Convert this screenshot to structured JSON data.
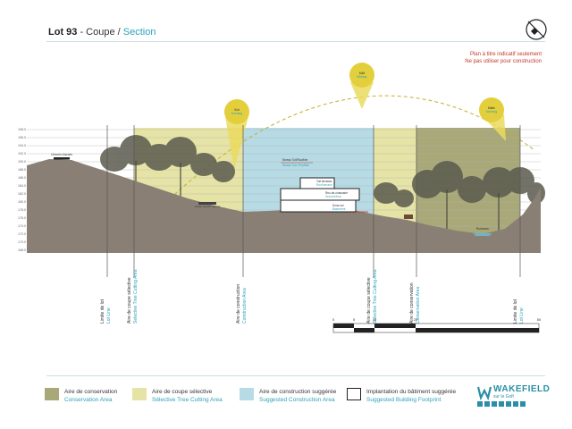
{
  "header": {
    "lot": "Lot 93",
    "coupe": " - Coupe ",
    "slash": "/ ",
    "section": "Section"
  },
  "notice": {
    "line1": "Plan à titre indicatif seulement",
    "line2": "Ne pas utiliser pour construction"
  },
  "elevation_ticks": [
    "198.0",
    "196.0",
    "194.0",
    "192.0",
    "190.0",
    "188.0",
    "186.0",
    "184.0",
    "182.0",
    "180.0",
    "178.0",
    "176.0",
    "174.0",
    "172.0",
    "170.0",
    "168.0"
  ],
  "sun": [
    {
      "fr": "Soir",
      "en": "Evening"
    },
    {
      "fr": "Midi",
      "en": "Midday"
    },
    {
      "fr": "Matin",
      "en": "Morning"
    }
  ],
  "annotations": {
    "chemin": "Chemin d'accès",
    "niveau_toit": "Niveau Toit/Roofline",
    "niveau_toit_en": "Niveau Toit / Roofline",
    "toit_terrasse": "Toit terrasse",
    "toit_terrasse_en": "Roof terrace",
    "rez_chaussee": "Rez-de-chaussée",
    "rez_chaussee_en": "Ground floor",
    "sous_sol": "Sous-sol",
    "sous_sol_en": "Basement",
    "fosse": "Fosse à purin naturel",
    "ruisseau": "Ruisseau"
  },
  "zone_lines": [
    {
      "fr": "Limite de lot",
      "en": "Lot Line"
    },
    {
      "fr": "Aire de coupe sélective",
      "en": "Selective Tree Cutting Area"
    },
    {
      "fr": "Aire de construction",
      "en": "Construction Area"
    },
    {
      "fr": "Aire de coupe sélective",
      "en": "Selective Tree Cutting Area"
    },
    {
      "fr": "Aire de conservation",
      "en": "Conservation Area"
    },
    {
      "fr": "Limite de lot",
      "en": "Lot Line"
    }
  ],
  "scale": {
    "labels": [
      "0",
      "5",
      "10",
      "20",
      "50"
    ]
  },
  "legend": [
    {
      "fr": "Aire de conservation",
      "en": "Conservation Area",
      "color": "#a8a878"
    },
    {
      "fr": "Aire de coupe sélective",
      "en": "Sélective Tree Cutting Area",
      "color": "#e6e3a6"
    },
    {
      "fr": "Aire de construction suggérée",
      "en": "Suggested Construction Area",
      "color": "#b7dbe5"
    },
    {
      "fr": "Implantation du bâtiment suggérée",
      "en": "Suggested Building Footprint",
      "color": "#ffffff"
    }
  ],
  "logo": {
    "brand": "WAKEFIELD",
    "sub": "sur le Golf"
  },
  "colors": {
    "accent": "#2aa3b8",
    "ground": "#8a7f74",
    "conservation": "#a8a878",
    "selective": "#e6e3a6",
    "construction": "#b7dbe5",
    "sun": "#e3cf3c"
  }
}
